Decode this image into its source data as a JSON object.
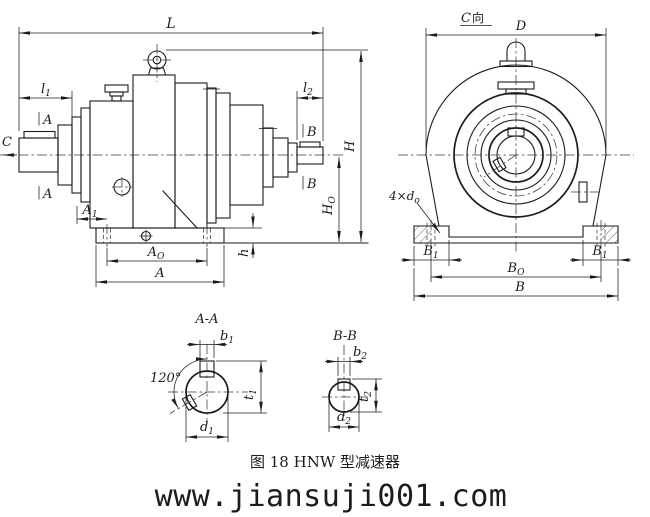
{
  "colors": {
    "ink": "#1c1c1c",
    "watermark": "#8a8af0"
  },
  "caption": "图 18 HNW 型减速器",
  "watermark": "www.jiansuji001.com",
  "side_view": {
    "view_arrow": "C",
    "dim_L": "L",
    "dim_l1": {
      "base": "l",
      "sub": "1"
    },
    "dim_l2": {
      "base": "l",
      "sub": "2"
    },
    "section_a": "A",
    "section_b": "B",
    "dim_A1": {
      "base": "A",
      "sub": "1"
    },
    "dim_A0": {
      "base": "A",
      "sub": "O"
    },
    "dim_A": "A",
    "dim_h": "h",
    "dim_H0": {
      "base": "H",
      "sub": "O"
    },
    "dim_H": "H"
  },
  "front_view": {
    "view_label": {
      "base": "C",
      "suffix": "向"
    },
    "dim_D": "D",
    "holes": {
      "base": "4×d",
      "sub": "o"
    },
    "dim_B1_left": {
      "base": "B",
      "sub": "1"
    },
    "dim_B1_right": {
      "base": "B",
      "sub": "1"
    },
    "dim_B0": {
      "base": "B",
      "sub": "O"
    },
    "dim_B": "B"
  },
  "section_AA": {
    "title": "A-A",
    "angle": "120°",
    "dim_b1": {
      "base": "b",
      "sub": "1"
    },
    "dim_t1": {
      "base": "t",
      "sub": "1"
    },
    "dim_d1": {
      "base": "d",
      "sub": "1"
    }
  },
  "section_BB": {
    "title": "B-B",
    "dim_b2": {
      "base": "b",
      "sub": "2"
    },
    "dim_t2": {
      "base": "t",
      "sub": "2"
    },
    "dim_d2": {
      "base": "d",
      "sub": "2"
    }
  }
}
